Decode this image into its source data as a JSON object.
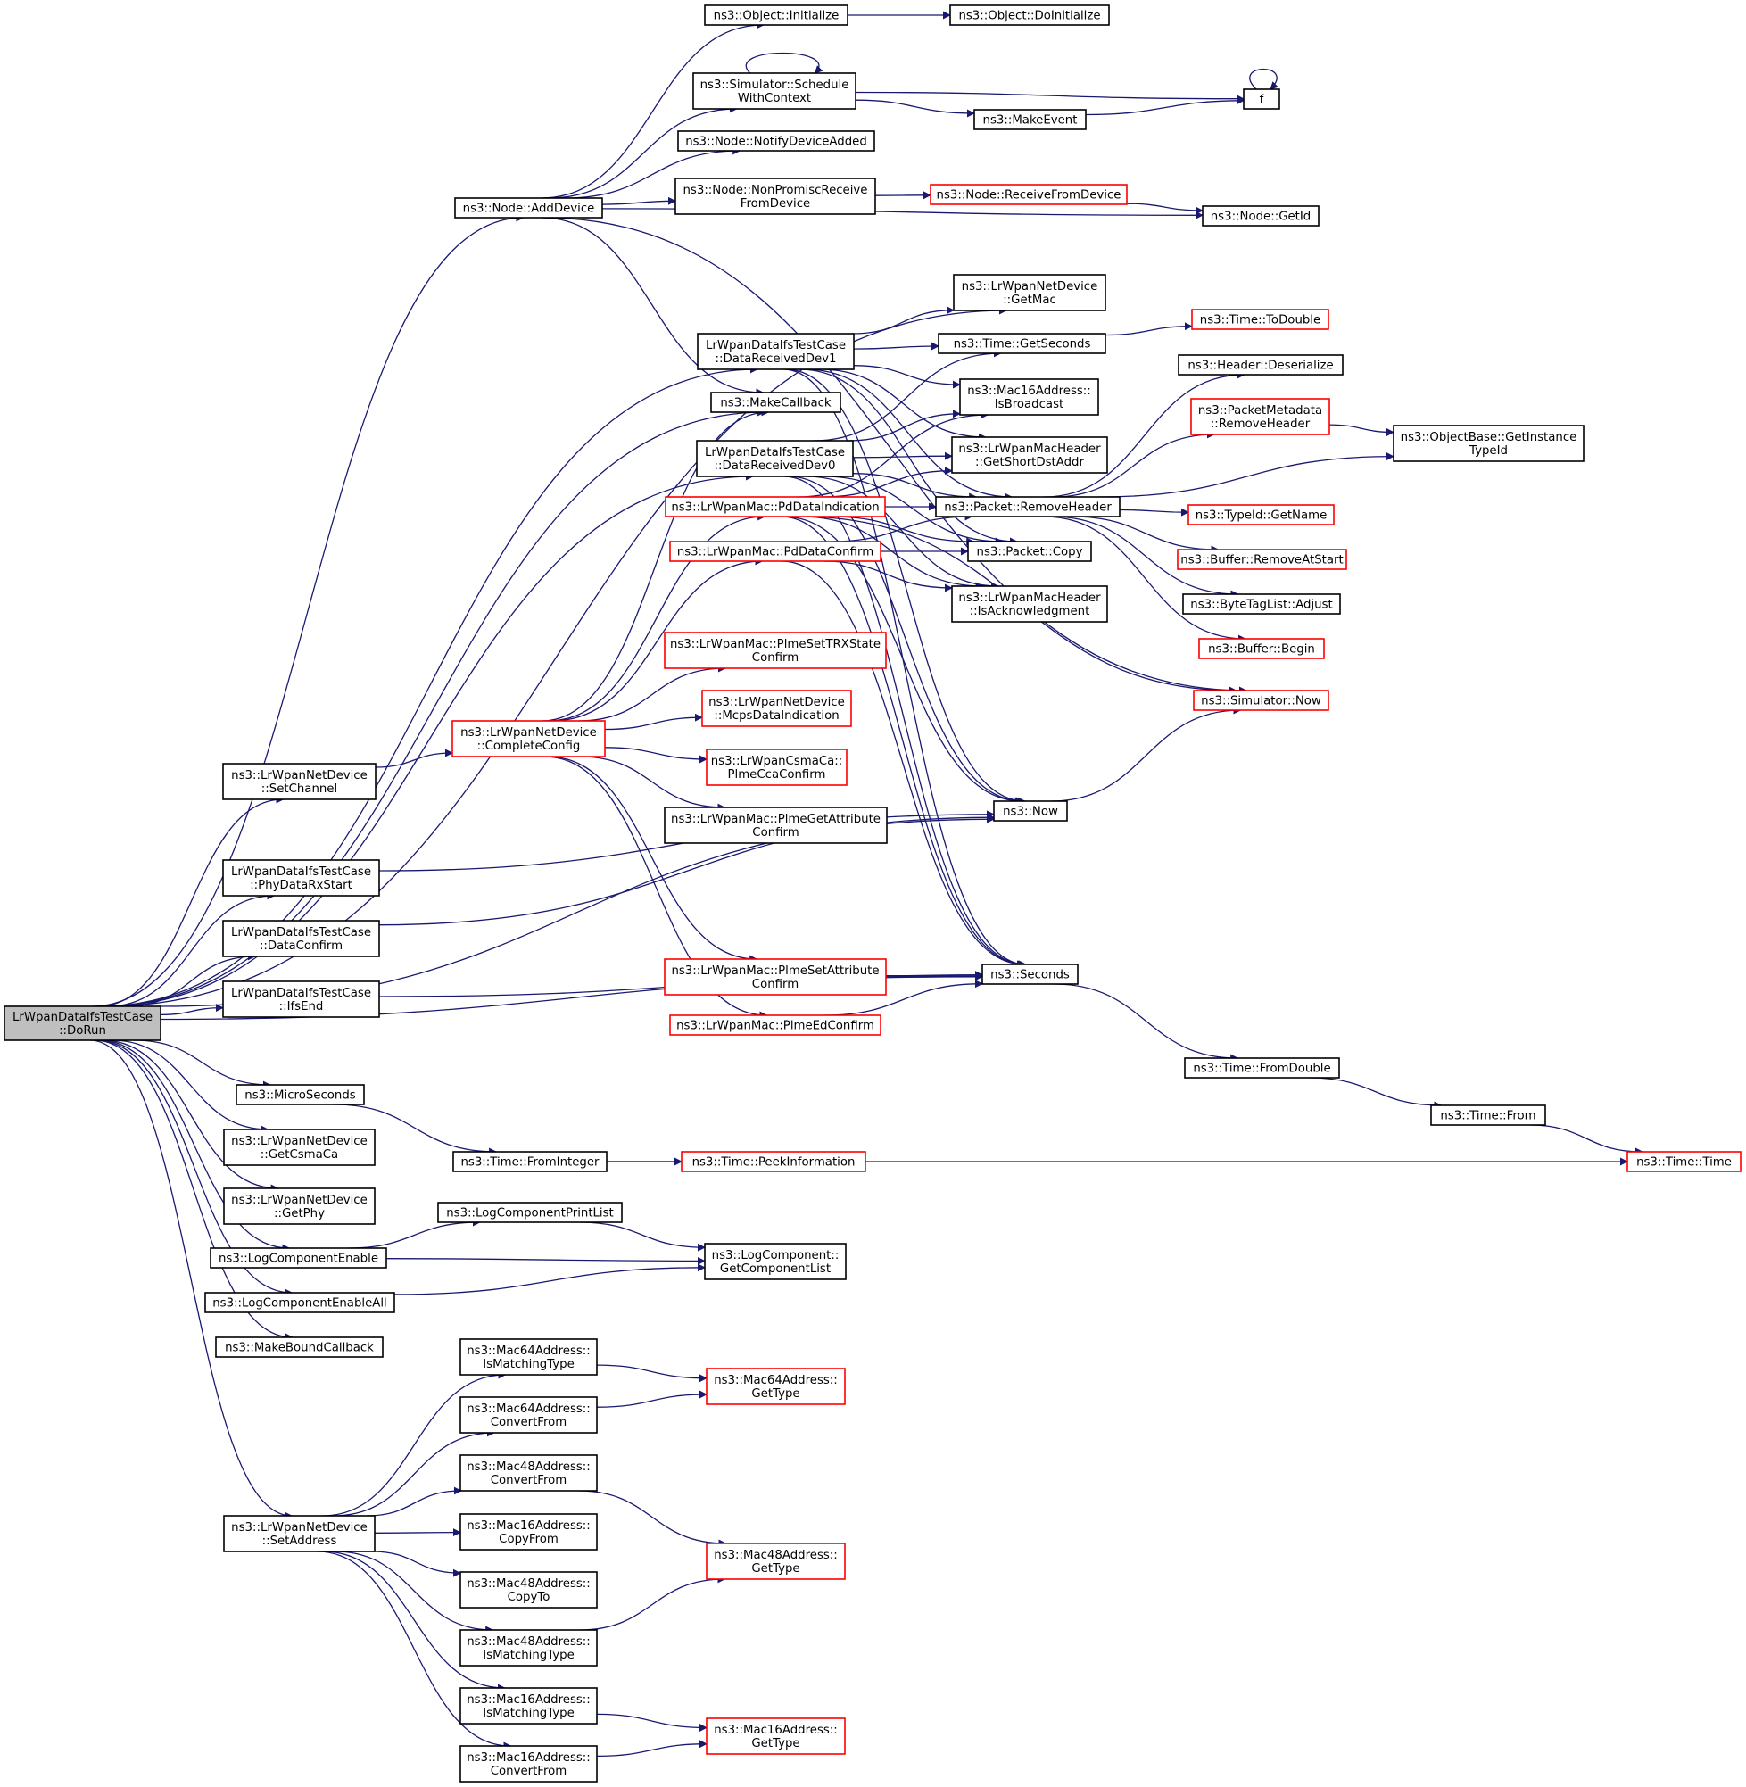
{
  "colors": {
    "edge": "#191970",
    "normal_border": "#000000",
    "truncated_border": "#ff0000",
    "root_fill": "#bfbfbf"
  },
  "nodes": [
    {
      "id": "root",
      "lines": [
        "LrWpanDataIfsTestCase",
        "::DoRun"
      ],
      "style": "root"
    },
    {
      "id": "addDevice",
      "lines": [
        "ns3::Node::AddDevice"
      ],
      "style": "normal"
    },
    {
      "id": "objInit",
      "lines": [
        "ns3::Object::Initialize"
      ],
      "style": "normal"
    },
    {
      "id": "objDoInit",
      "lines": [
        "ns3::Object::DoInitialize"
      ],
      "style": "normal"
    },
    {
      "id": "schedCtx",
      "lines": [
        "ns3::Simulator::Schedule",
        "WithContext"
      ],
      "style": "normal"
    },
    {
      "id": "f",
      "lines": [
        "f"
      ],
      "style": "normal"
    },
    {
      "id": "makeEvent",
      "lines": [
        "ns3::MakeEvent"
      ],
      "style": "normal"
    },
    {
      "id": "notifyDev",
      "lines": [
        "ns3::Node::NotifyDeviceAdded"
      ],
      "style": "normal"
    },
    {
      "id": "nonPromisc",
      "lines": [
        "ns3::Node::NonPromiscReceive",
        "FromDevice"
      ],
      "style": "normal"
    },
    {
      "id": "recvFromDev",
      "lines": [
        "ns3::Node::ReceiveFromDevice"
      ],
      "style": "truncated"
    },
    {
      "id": "getId",
      "lines": [
        "ns3::Node::GetId"
      ],
      "style": "normal"
    },
    {
      "id": "getMac",
      "lines": [
        "ns3::LrWpanNetDevice",
        "::GetMac"
      ],
      "style": "normal"
    },
    {
      "id": "dataRecv1",
      "lines": [
        "LrWpanDataIfsTestCase",
        "::DataReceivedDev1"
      ],
      "style": "normal"
    },
    {
      "id": "getSeconds",
      "lines": [
        "ns3::Time::GetSeconds"
      ],
      "style": "normal"
    },
    {
      "id": "toDouble",
      "lines": [
        "ns3::Time::ToDouble"
      ],
      "style": "truncated"
    },
    {
      "id": "hdrDeser",
      "lines": [
        "ns3::Header::Deserialize"
      ],
      "style": "normal"
    },
    {
      "id": "isBroadcast",
      "lines": [
        "ns3::Mac16Address::",
        "IsBroadcast"
      ],
      "style": "normal"
    },
    {
      "id": "makeCallback",
      "lines": [
        "ns3::MakeCallback"
      ],
      "style": "normal"
    },
    {
      "id": "pmRemove",
      "lines": [
        "ns3::PacketMetadata",
        "::RemoveHeader"
      ],
      "style": "truncated"
    },
    {
      "id": "objBase",
      "lines": [
        "ns3::ObjectBase::GetInstance",
        "TypeId"
      ],
      "style": "normal"
    },
    {
      "id": "dataRecv0",
      "lines": [
        "LrWpanDataIfsTestCase",
        "::DataReceivedDev0"
      ],
      "style": "normal"
    },
    {
      "id": "getShortDst",
      "lines": [
        "ns3::LrWpanMacHeader",
        "::GetShortDstAddr"
      ],
      "style": "normal"
    },
    {
      "id": "pdDataInd",
      "lines": [
        "ns3::LrWpanMac::PdDataIndication"
      ],
      "style": "truncated"
    },
    {
      "id": "removeHeader",
      "lines": [
        "ns3::Packet::RemoveHeader"
      ],
      "style": "normal"
    },
    {
      "id": "typeIdName",
      "lines": [
        "ns3::TypeId::GetName"
      ],
      "style": "truncated"
    },
    {
      "id": "pdDataConf",
      "lines": [
        "ns3::LrWpanMac::PdDataConfirm"
      ],
      "style": "truncated"
    },
    {
      "id": "copy",
      "lines": [
        "ns3::Packet::Copy"
      ],
      "style": "normal"
    },
    {
      "id": "bufRemove",
      "lines": [
        "ns3::Buffer::RemoveAtStart"
      ],
      "style": "truncated"
    },
    {
      "id": "isAck",
      "lines": [
        "ns3::LrWpanMacHeader",
        "::IsAcknowledgment"
      ],
      "style": "normal"
    },
    {
      "id": "byteTag",
      "lines": [
        "ns3::ByteTagList::Adjust"
      ],
      "style": "normal"
    },
    {
      "id": "plmeSetTRX",
      "lines": [
        "ns3::LrWpanMac::PlmeSetTRXState",
        "Confirm"
      ],
      "style": "truncated"
    },
    {
      "id": "bufBegin",
      "lines": [
        "ns3::Buffer::Begin"
      ],
      "style": "truncated"
    },
    {
      "id": "mcpsInd",
      "lines": [
        "ns3::LrWpanNetDevice",
        "::McpsDataIndication"
      ],
      "style": "truncated"
    },
    {
      "id": "simNow",
      "lines": [
        "ns3::Simulator::Now"
      ],
      "style": "truncated"
    },
    {
      "id": "completeConfig",
      "lines": [
        "ns3::LrWpanNetDevice",
        "::CompleteConfig"
      ],
      "style": "truncated"
    },
    {
      "id": "csmaCca",
      "lines": [
        "ns3::LrWpanCsmaCa::",
        "PlmeCcaConfirm"
      ],
      "style": "truncated"
    },
    {
      "id": "setChannel",
      "lines": [
        "ns3::LrWpanNetDevice",
        "::SetChannel"
      ],
      "style": "normal"
    },
    {
      "id": "plmeGetAttr",
      "lines": [
        "ns3::LrWpanMac::PlmeGetAttribute",
        "Confirm"
      ],
      "style": "normal"
    },
    {
      "id": "now",
      "lines": [
        "ns3::Now"
      ],
      "style": "normal"
    },
    {
      "id": "phyRx",
      "lines": [
        "LrWpanDataIfsTestCase",
        "::PhyDataRxStart"
      ],
      "style": "normal"
    },
    {
      "id": "dataConfirm",
      "lines": [
        "LrWpanDataIfsTestCase",
        "::DataConfirm"
      ],
      "style": "normal"
    },
    {
      "id": "plmeSetAttr",
      "lines": [
        "ns3::LrWpanMac::PlmeSetAttribute",
        "Confirm"
      ],
      "style": "truncated"
    },
    {
      "id": "seconds",
      "lines": [
        "ns3::Seconds"
      ],
      "style": "normal"
    },
    {
      "id": "ifsEnd",
      "lines": [
        "LrWpanDataIfsTestCase",
        "::IfsEnd"
      ],
      "style": "normal"
    },
    {
      "id": "plmeEd",
      "lines": [
        "ns3::LrWpanMac::PlmeEdConfirm"
      ],
      "style": "truncated"
    },
    {
      "id": "fromDouble",
      "lines": [
        "ns3::Time::FromDouble"
      ],
      "style": "normal"
    },
    {
      "id": "microSec",
      "lines": [
        "ns3::MicroSeconds"
      ],
      "style": "normal"
    },
    {
      "id": "timeFrom",
      "lines": [
        "ns3::Time::From"
      ],
      "style": "normal"
    },
    {
      "id": "getCsma",
      "lines": [
        "ns3::LrWpanNetDevice",
        "::GetCsmaCa"
      ],
      "style": "normal"
    },
    {
      "id": "fromInt",
      "lines": [
        "ns3::Time::FromInteger"
      ],
      "style": "normal"
    },
    {
      "id": "peekInfo",
      "lines": [
        "ns3::Time::PeekInformation"
      ],
      "style": "truncated"
    },
    {
      "id": "timeTime",
      "lines": [
        "ns3::Time::Time"
      ],
      "style": "truncated"
    },
    {
      "id": "getPhy",
      "lines": [
        "ns3::LrWpanNetDevice",
        "::GetPhy"
      ],
      "style": "normal"
    },
    {
      "id": "logPrintList",
      "lines": [
        "ns3::LogComponentPrintList"
      ],
      "style": "normal"
    },
    {
      "id": "logEnable",
      "lines": [
        "ns3::LogComponentEnable"
      ],
      "style": "normal"
    },
    {
      "id": "logCompList",
      "lines": [
        "ns3::LogComponent::",
        "GetComponentList"
      ],
      "style": "normal"
    },
    {
      "id": "logEnableAll",
      "lines": [
        "ns3::LogComponentEnableAll"
      ],
      "style": "normal"
    },
    {
      "id": "makeBound",
      "lines": [
        "ns3::MakeBoundCallback"
      ],
      "style": "normal"
    },
    {
      "id": "m64IsMatch",
      "lines": [
        "ns3::Mac64Address::",
        "IsMatchingType"
      ],
      "style": "normal"
    },
    {
      "id": "m64GetType",
      "lines": [
        "ns3::Mac64Address::",
        "GetType"
      ],
      "style": "truncated"
    },
    {
      "id": "m64Convert",
      "lines": [
        "ns3::Mac64Address::",
        "ConvertFrom"
      ],
      "style": "normal"
    },
    {
      "id": "m48Convert",
      "lines": [
        "ns3::Mac48Address::",
        "ConvertFrom"
      ],
      "style": "normal"
    },
    {
      "id": "setAddress",
      "lines": [
        "ns3::LrWpanNetDevice",
        "::SetAddress"
      ],
      "style": "normal"
    },
    {
      "id": "m16CopyFrom",
      "lines": [
        "ns3::Mac16Address::",
        "CopyFrom"
      ],
      "style": "normal"
    },
    {
      "id": "m48GetType",
      "lines": [
        "ns3::Mac48Address::",
        "GetType"
      ],
      "style": "truncated"
    },
    {
      "id": "m48CopyTo",
      "lines": [
        "ns3::Mac48Address::",
        "CopyTo"
      ],
      "style": "normal"
    },
    {
      "id": "m48IsMatch",
      "lines": [
        "ns3::Mac48Address::",
        "IsMatchingType"
      ],
      "style": "normal"
    },
    {
      "id": "m16IsMatch",
      "lines": [
        "ns3::Mac16Address::",
        "IsMatchingType"
      ],
      "style": "normal"
    },
    {
      "id": "m16GetType",
      "lines": [
        "ns3::Mac16Address::",
        "GetType"
      ],
      "style": "truncated"
    },
    {
      "id": "m16Convert",
      "lines": [
        "ns3::Mac16Address::",
        "ConvertFrom"
      ],
      "style": "normal"
    }
  ],
  "edges": [
    [
      "root",
      "addDevice"
    ],
    [
      "root",
      "getMac"
    ],
    [
      "root",
      "dataRecv1"
    ],
    [
      "root",
      "makeCallback"
    ],
    [
      "root",
      "dataRecv0"
    ],
    [
      "root",
      "setChannel"
    ],
    [
      "root",
      "phyRx"
    ],
    [
      "root",
      "dataConfirm"
    ],
    [
      "root",
      "ifsEnd"
    ],
    [
      "root",
      "now"
    ],
    [
      "root",
      "seconds"
    ],
    [
      "root",
      "microSec"
    ],
    [
      "root",
      "getCsma"
    ],
    [
      "root",
      "getPhy"
    ],
    [
      "root",
      "logEnable"
    ],
    [
      "root",
      "logEnableAll"
    ],
    [
      "root",
      "makeBound"
    ],
    [
      "root",
      "setAddress"
    ],
    [
      "addDevice",
      "objInit"
    ],
    [
      "addDevice",
      "schedCtx"
    ],
    [
      "addDevice",
      "notifyDev"
    ],
    [
      "addDevice",
      "nonPromisc"
    ],
    [
      "addDevice",
      "getId"
    ],
    [
      "addDevice",
      "makeCallback"
    ],
    [
      "addDevice",
      "simNow"
    ],
    [
      "objInit",
      "objDoInit"
    ],
    [
      "schedCtx",
      "schedCtx"
    ],
    [
      "schedCtx",
      "f"
    ],
    [
      "schedCtx",
      "makeEvent"
    ],
    [
      "makeEvent",
      "f"
    ],
    [
      "f",
      "f"
    ],
    [
      "nonPromisc",
      "recvFromDev"
    ],
    [
      "recvFromDev",
      "getId"
    ],
    [
      "dataRecv1",
      "getMac"
    ],
    [
      "dataRecv1",
      "getSeconds"
    ],
    [
      "dataRecv1",
      "isBroadcast"
    ],
    [
      "dataRecv1",
      "getShortDst"
    ],
    [
      "dataRecv1",
      "removeHeader"
    ],
    [
      "dataRecv1",
      "copy"
    ],
    [
      "dataRecv1",
      "now"
    ],
    [
      "dataRecv1",
      "seconds"
    ],
    [
      "dataRecv0",
      "getSeconds"
    ],
    [
      "dataRecv0",
      "isBroadcast"
    ],
    [
      "dataRecv0",
      "getShortDst"
    ],
    [
      "dataRecv0",
      "removeHeader"
    ],
    [
      "dataRecv0",
      "copy"
    ],
    [
      "dataRecv0",
      "isAck"
    ],
    [
      "dataRecv0",
      "now"
    ],
    [
      "dataRecv0",
      "seconds"
    ],
    [
      "getSeconds",
      "toDouble"
    ],
    [
      "removeHeader",
      "hdrDeser"
    ],
    [
      "removeHeader",
      "pmRemove"
    ],
    [
      "removeHeader",
      "objBase"
    ],
    [
      "removeHeader",
      "typeIdName"
    ],
    [
      "removeHeader",
      "bufRemove"
    ],
    [
      "removeHeader",
      "byteTag"
    ],
    [
      "removeHeader",
      "bufBegin"
    ],
    [
      "pmRemove",
      "objBase"
    ],
    [
      "pdDataInd",
      "isBroadcast"
    ],
    [
      "pdDataInd",
      "getShortDst"
    ],
    [
      "pdDataInd",
      "removeHeader"
    ],
    [
      "pdDataInd",
      "copy"
    ],
    [
      "pdDataInd",
      "isAck"
    ],
    [
      "pdDataInd",
      "simNow"
    ],
    [
      "pdDataInd",
      "now"
    ],
    [
      "pdDataInd",
      "seconds"
    ],
    [
      "pdDataConf",
      "removeHeader"
    ],
    [
      "pdDataConf",
      "copy"
    ],
    [
      "pdDataConf",
      "isAck"
    ],
    [
      "pdDataConf",
      "seconds"
    ],
    [
      "setChannel",
      "completeConfig"
    ],
    [
      "completeConfig",
      "makeCallback"
    ],
    [
      "completeConfig",
      "pdDataInd"
    ],
    [
      "completeConfig",
      "pdDataConf"
    ],
    [
      "completeConfig",
      "plmeSetTRX"
    ],
    [
      "completeConfig",
      "mcpsInd"
    ],
    [
      "completeConfig",
      "csmaCca"
    ],
    [
      "completeConfig",
      "plmeGetAttr"
    ],
    [
      "completeConfig",
      "plmeSetAttr"
    ],
    [
      "completeConfig",
      "plmeEd"
    ],
    [
      "plmeSetAttr",
      "seconds"
    ],
    [
      "plmeEd",
      "seconds"
    ],
    [
      "phyRx",
      "now"
    ],
    [
      "dataConfirm",
      "now"
    ],
    [
      "ifsEnd",
      "seconds"
    ],
    [
      "now",
      "simNow"
    ],
    [
      "seconds",
      "fromDouble"
    ],
    [
      "fromDouble",
      "timeFrom"
    ],
    [
      "timeFrom",
      "timeTime"
    ],
    [
      "microSec",
      "fromInt"
    ],
    [
      "fromInt",
      "peekInfo"
    ],
    [
      "fromInt",
      "timeTime"
    ],
    [
      "logEnable",
      "logPrintList"
    ],
    [
      "logEnable",
      "logCompList"
    ],
    [
      "logPrintList",
      "logCompList"
    ],
    [
      "logEnableAll",
      "logCompList"
    ],
    [
      "setAddress",
      "m64IsMatch"
    ],
    [
      "setAddress",
      "m64Convert"
    ],
    [
      "setAddress",
      "m48Convert"
    ],
    [
      "setAddress",
      "m16CopyFrom"
    ],
    [
      "setAddress",
      "m48CopyTo"
    ],
    [
      "setAddress",
      "m48IsMatch"
    ],
    [
      "setAddress",
      "m16IsMatch"
    ],
    [
      "setAddress",
      "m16Convert"
    ],
    [
      "m64IsMatch",
      "m64GetType"
    ],
    [
      "m64Convert",
      "m64GetType"
    ],
    [
      "m48Convert",
      "m48GetType"
    ],
    [
      "m48IsMatch",
      "m48GetType"
    ],
    [
      "m16IsMatch",
      "m16GetType"
    ],
    [
      "m16Convert",
      "m16GetType"
    ]
  ]
}
